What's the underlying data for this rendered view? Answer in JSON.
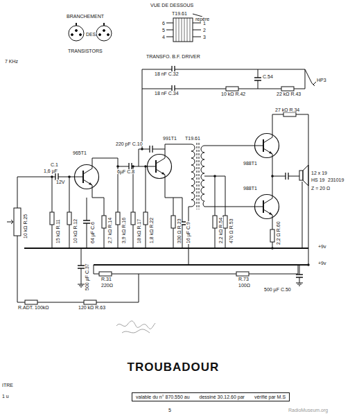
{
  "diagram": {
    "title": "TROUBADOUR",
    "nodes": [
      {
        "text": [
          "965T1"
        ]
      },
      {
        "text": [
          "991T1"
        ]
      },
      {
        "text": [
          "988T1"
        ]
      },
      {
        "text": [
          "988T1"
        ]
      },
      {
        "text": [
          "valable du n° 870.550 au",
          "dessiné 30.12.60 par",
          "vérifié par M.S"
        ]
      }
    ],
    "labels": [
      "BRANCHEMENT",
      "DES",
      "TRANSISTORS",
      "VUE DE DESSOUS",
      "T19.61",
      "repère",
      "6",
      "5",
      "4",
      "1",
      "2",
      "3",
      "TRANSFO. B.F. DRIVER",
      "7 KHz",
      "18 nF C.32",
      "18 nF C.34",
      "10 kΩ R.42",
      "C.54",
      "22 kΩ R.43",
      "HP3",
      "C.1",
      "1,6 µF",
      "12V",
      "220 pF C.10",
      "6µF C.8",
      "T19.61",
      "27 kΩ R.34",
      "12 x 19",
      "HS 19",
      "231019",
      "Z = 20 Ω",
      "15 kΩ R.11",
      "10 kΩ R.12",
      "64 µF C.6",
      "2,7 kΩ R.14",
      "3,9 kΩ R.16",
      "18 kΩ R.17",
      "1,8 kΩ R.22",
      "330 Ω R.23",
      "16 µF C.9",
      "2,2 kΩ R.54",
      "470 Ω R.53",
      "2,2 Ω R.60",
      "500 µF C.37",
      "500 µF C.50",
      "10 kΩ R.25",
      "+9v",
      "+9v",
      "R.31",
      "220Ω",
      "R.73",
      "100Ω",
      "R.ADT. 100kΩ",
      "120 kΩ R.63",
      "5",
      "ITRE",
      "1 u",
      "RadioMuseum.org"
    ]
  }
}
